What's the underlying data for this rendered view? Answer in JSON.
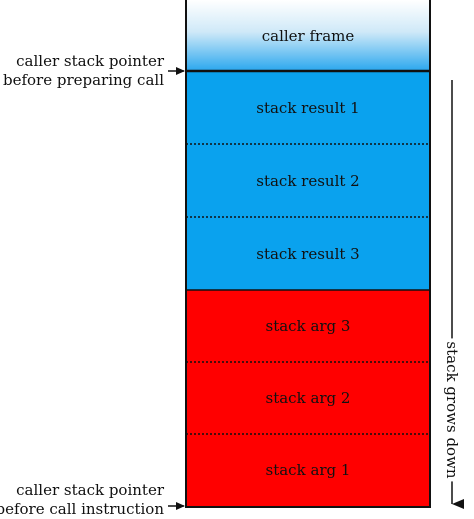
{
  "caller_frame_label": "caller frame",
  "stack_cells": [
    {
      "label": "stack result 1",
      "kind": "result"
    },
    {
      "label": "stack result 2",
      "kind": "result"
    },
    {
      "label": "stack result 3",
      "kind": "result"
    },
    {
      "label": "stack arg 3",
      "kind": "arg"
    },
    {
      "label": "stack arg 2",
      "kind": "arg"
    },
    {
      "label": "stack arg 1",
      "kind": "arg"
    }
  ],
  "annotations": {
    "top_pointer": {
      "line1": "caller stack pointer",
      "line2": "before preparing call"
    },
    "bottom_pointer": {
      "line1": "caller stack pointer",
      "line2": "before call instruction"
    },
    "growth": "stack grows down"
  },
  "colors": {
    "result": "#0aa2ee",
    "arg": "#ff0000",
    "outline": "#111111"
  }
}
